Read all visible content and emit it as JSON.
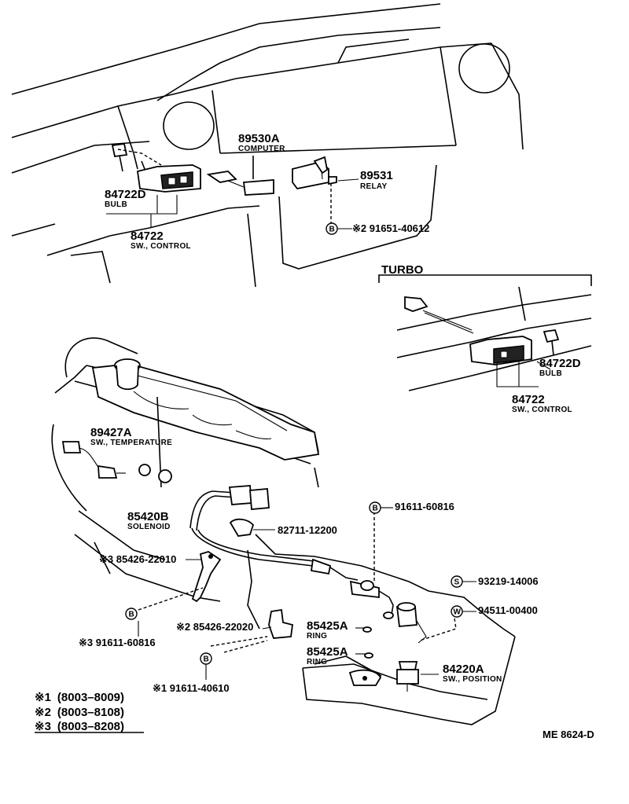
{
  "turbo_title": "TURBO",
  "parts": {
    "p89530a": {
      "number": "89530A",
      "name": "COMPUTER"
    },
    "p89531": {
      "number": "89531",
      "name": "RELAY"
    },
    "p84722d": {
      "number": "84722D",
      "name": "BULB"
    },
    "p84722": {
      "number": "84722",
      "name": "SW., CONTROL"
    },
    "p91651": {
      "number": "※2 91651-40612",
      "marker": "B"
    },
    "t84722d": {
      "number": "84722D",
      "name": "BULB"
    },
    "t84722": {
      "number": "84722",
      "name": "SW., CONTROL"
    },
    "p89427a": {
      "number": "89427A",
      "name": "SW., TEMPERATURE"
    },
    "p85420b": {
      "number": "85420B",
      "name": "SOLENOID"
    },
    "p82711": {
      "number": "82711-12200"
    },
    "p91611_60816": {
      "number": "91611-60816",
      "marker": "B"
    },
    "p85426_22010": {
      "number": "※3 85426-22010"
    },
    "p93219": {
      "number": "93219-14006",
      "marker": "S"
    },
    "p94511": {
      "number": "94511-00400",
      "marker": "W"
    },
    "p91611_60816b": {
      "number": "※3 91611-60816",
      "marker": "B"
    },
    "p85426_22020": {
      "number": "※2 85426-22020"
    },
    "p85425a_1": {
      "number": "85425A",
      "name": "RING"
    },
    "p85425a_2": {
      "number": "85425A",
      "name": "RING"
    },
    "p84220a": {
      "number": "84220A",
      "name": "SW., POSITION"
    },
    "p91611_40610": {
      "number": "※1 91611-40610",
      "marker": "B"
    }
  },
  "notes": [
    {
      "mark": "※1",
      "range": "(8003–8009)"
    },
    {
      "mark": "※2",
      "range": "(8003–8108)"
    },
    {
      "mark": "※3",
      "range": "(8003–8208)"
    }
  ],
  "ref_code": "ME 8624-D"
}
